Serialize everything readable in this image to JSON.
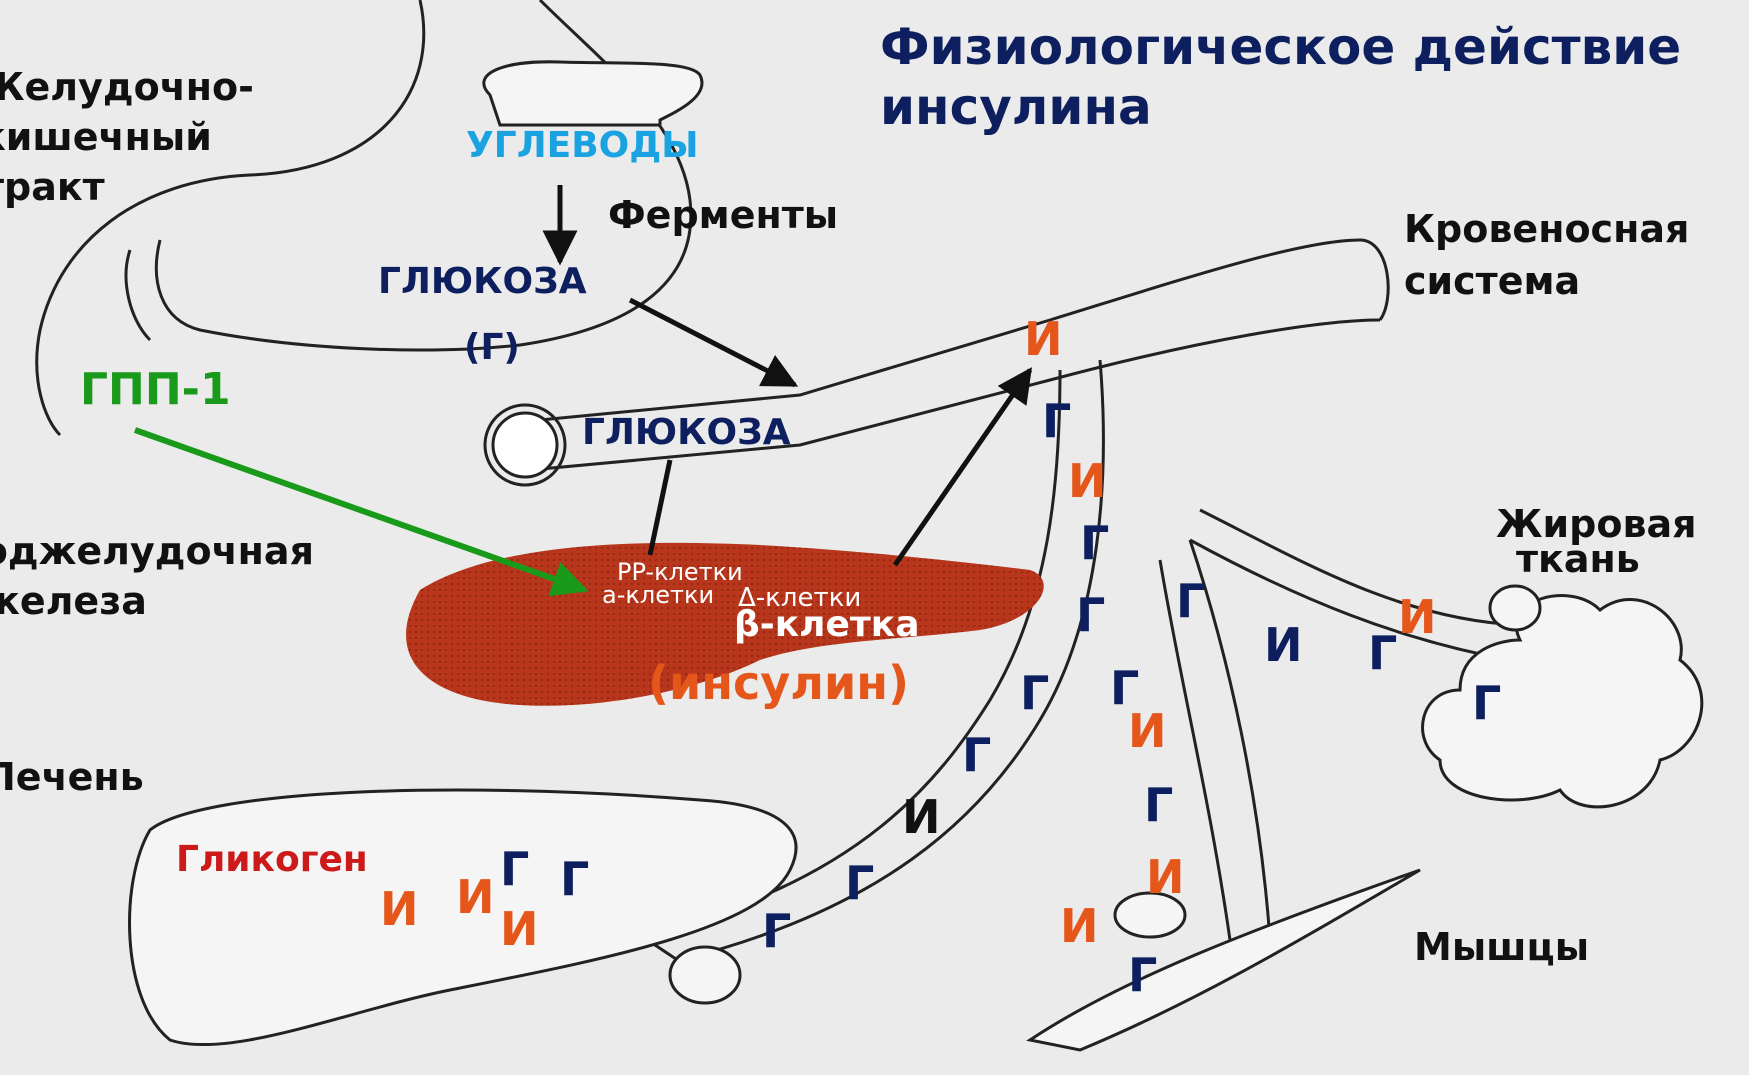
{
  "title": {
    "line1": "Физиологическое действие",
    "line2": "инсулина"
  },
  "organs": {
    "gi": [
      "Желудочно-",
      "кишечный",
      "тракт"
    ],
    "pancreas": [
      "Поджелудочная",
      "железа"
    ],
    "liver": "Печень",
    "blood": [
      "Кровеносная",
      "система"
    ],
    "fat": [
      "Жировая",
      "ткань"
    ],
    "muscle": "Мышцы"
  },
  "labels": {
    "carbs": "УГЛЕВОДЫ",
    "enzymes": "Ферменты",
    "glucose1": "ГЛЮКОЗА",
    "g_paren": "(Г)",
    "glucose2": "ГЛЮКОЗА",
    "glp1": "ГПП-1",
    "pp_cells": "PP-клетки",
    "a_cells": "а-клетки",
    "d_cells": "Δ-клетки",
    "b_cell": "β-клетка",
    "insulin": "(инсулин)",
    "glycogen": "Гликоген"
  },
  "letters": {
    "I": "И",
    "G": "Г"
  },
  "colors": {
    "title": "#0d1f5e",
    "insulin": "#e5561a",
    "glucose_letters": "#0d1f5e",
    "carbs": "#1aa3e0",
    "glp1": "#1a9a1a",
    "glycogen": "#cc1a1a",
    "pancreas": "#b8361c"
  }
}
